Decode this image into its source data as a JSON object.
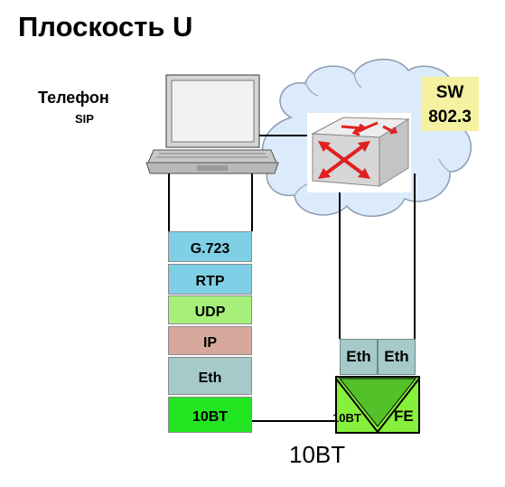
{
  "title": "Плоскость U",
  "phone": {
    "label": "Телефон",
    "sublabel": "SIP"
  },
  "switch": {
    "label_line1": "SW",
    "label_line2": "802.3"
  },
  "protocol_stack": [
    {
      "label": "G.723",
      "color": "#7fd0e6"
    },
    {
      "label": "RTP",
      "color": "#7fd0e6"
    },
    {
      "label": "UDP",
      "color": "#a6f07a"
    },
    {
      "label": "IP",
      "color": "#d7a99c"
    },
    {
      "label": "Eth",
      "color": "#a6c9c9"
    },
    {
      "label": "10BT",
      "color": "#22e622"
    }
  ],
  "switch_ports": {
    "eth_left": "Eth",
    "eth_right": "Eth",
    "port_left": "10BT",
    "port_right": "FE"
  },
  "link_label": "10BT",
  "colors": {
    "cloud": "#ddeeff",
    "port_fill": "#86f03a",
    "switch_box": "#dcdcdc",
    "switch_arrows": "#e02020"
  }
}
